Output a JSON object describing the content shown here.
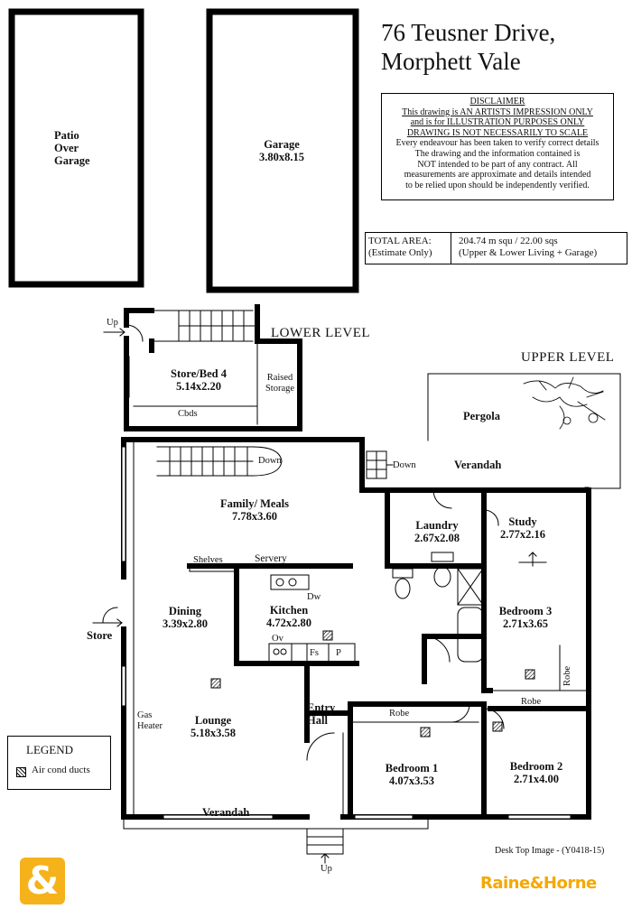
{
  "address": {
    "line1": "76 Teusner Drive,",
    "line2": "Morphett Vale"
  },
  "disclaimer": {
    "heading": "DISCLAIMER",
    "lines_underlined": [
      "This drawing is AN ARTISTS IMPRESSION ONLY",
      "and is for ILLUSTRATION PURPOSES ONLY",
      "DRAWING IS NOT NECESSARILY TO SCALE"
    ],
    "lines": [
      "Every endeavour has been taken to verify correct details",
      "The drawing and the information contained is",
      "NOT intended to be part of any contract. All",
      "measurements are approximate and details intended",
      "to be relied upon should be independently verified."
    ]
  },
  "total_area": {
    "label1": "TOTAL AREA:",
    "label2": "(Estimate Only)",
    "value1": "204.74 m squ /  22.00 sqs",
    "value2": "(Upper & Lower Living + Garage)"
  },
  "levels": {
    "lower": "LOWER LEVEL",
    "upper": "UPPER LEVEL"
  },
  "rooms": {
    "patio": [
      "Patio",
      "Over",
      "Garage"
    ],
    "garage": {
      "name": "Garage",
      "dims": "3.80x8.15"
    },
    "store_bed4": {
      "name": "Store/Bed 4",
      "dims": "5.14x2.20"
    },
    "raised_storage": [
      "Raised",
      "Storage"
    ],
    "cbds": "Cbds",
    "pergola": "Pergola",
    "verandah_top": "Verandah",
    "family_meals": {
      "name": "Family/ Meals",
      "dims": "7.78x3.60"
    },
    "laundry": {
      "name": "Laundry",
      "dims": "2.67x2.08"
    },
    "study": {
      "name": "Study",
      "dims": "2.77x2.16"
    },
    "dining": {
      "name": "Dining",
      "dims": "3.39x2.80"
    },
    "kitchen": {
      "name": "Kitchen",
      "dims": "4.72x2.80"
    },
    "bedroom3": {
      "name": "Bedroom 3",
      "dims": "2.71x3.65"
    },
    "lounge": {
      "name": "Lounge",
      "dims": "5.18x3.58"
    },
    "entry_hall": [
      "Entry",
      "Hall"
    ],
    "bedroom1": {
      "name": "Bedroom 1",
      "dims": "4.07x3.53"
    },
    "bedroom2": {
      "name": "Bedroom 2",
      "dims": "2.71x4.00"
    },
    "verandah_bottom": "Verandah"
  },
  "fixtures": {
    "up_top": "Up",
    "down_inner": "Down",
    "down_verandah": "Down",
    "shelves": "Shelves",
    "servery": "Servery",
    "dw": "Dw",
    "ov": "Ov",
    "fs": "Fs",
    "p": "P",
    "store_side": "Store",
    "gas_heater": [
      "Gas",
      "Heater"
    ],
    "robe_b1": "Robe",
    "robe_b2": "Robe",
    "robe_b3": "Robe",
    "up_bottom": "Up"
  },
  "legend": {
    "title": "LEGEND",
    "item": "Air cond ducts"
  },
  "footer": {
    "image_ref": "Desk Top Image - (Y0418-15)"
  },
  "brand": {
    "mark": "&",
    "name": "Raine&Horne",
    "color": "#f5a800"
  }
}
